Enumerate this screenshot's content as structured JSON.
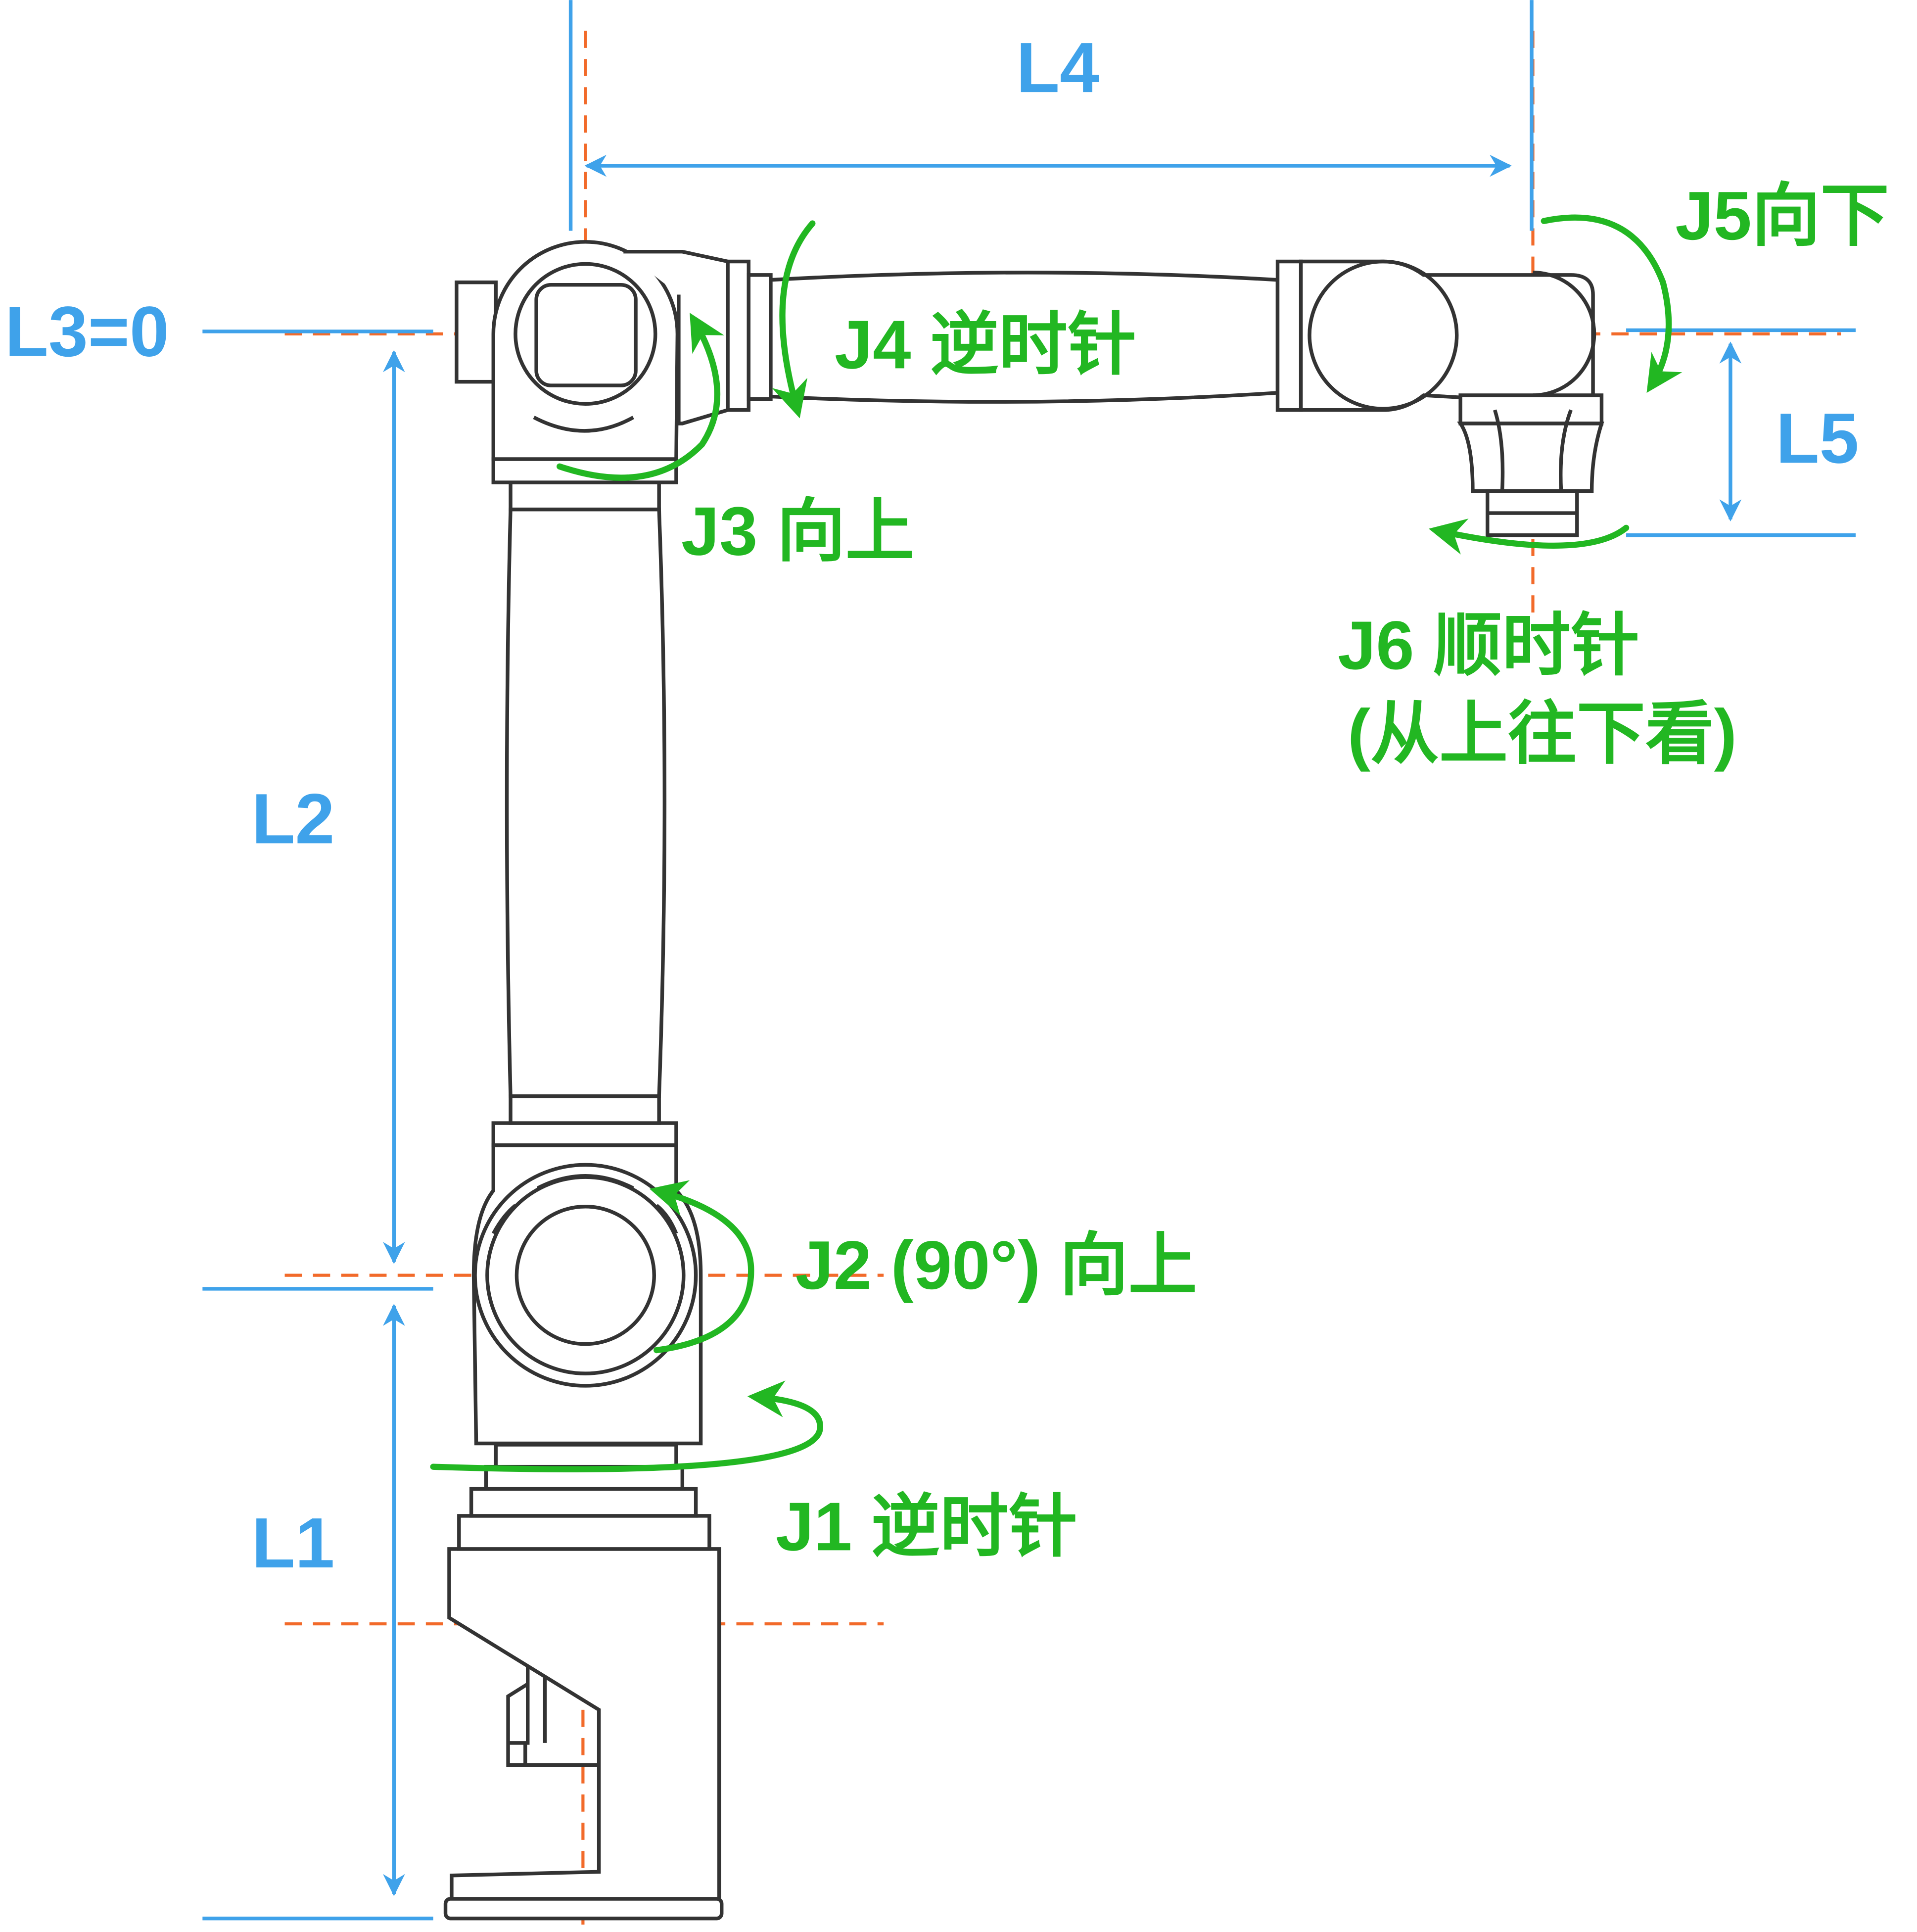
{
  "labels": {
    "l1": "L1",
    "l2": "L2",
    "l3": "L3=0",
    "l4": "L4",
    "l5": "L5",
    "j1": "J1 逆时针",
    "j2": "J2 (90°) 向上",
    "j3": "J3 向上",
    "j4": "J4 逆时针",
    "j5": "J5向下",
    "j6_line1": "J6 顺时针",
    "j6_line2": "(从上往下看)"
  },
  "colors": {
    "dimension": "#3fa2ea",
    "axis": "#f26a2a",
    "rotation": "#22b722",
    "outline": "#333333"
  }
}
